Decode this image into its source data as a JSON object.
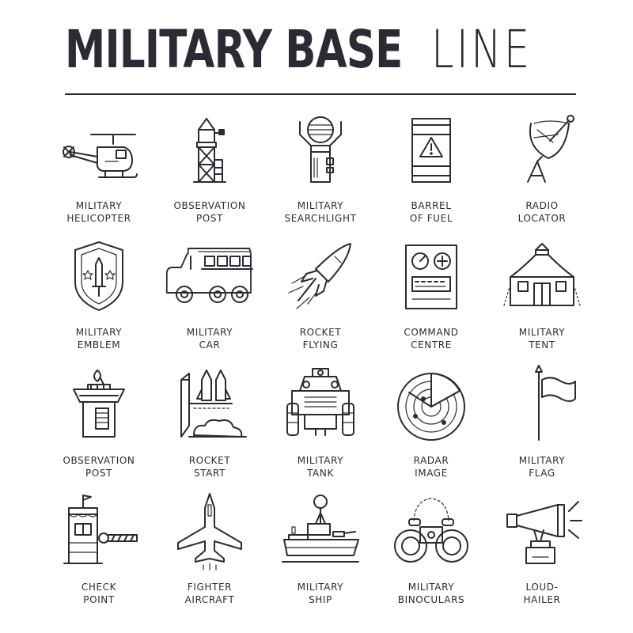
{
  "header": {
    "title_bold": "MILITARY BASE",
    "title_thin": "LINE"
  },
  "icons": [
    {
      "line1": "MILITARY",
      "line2": "HELICOPTER",
      "icon": "helicopter-icon"
    },
    {
      "line1": "OBSERVATION",
      "line2": "POST",
      "icon": "watchtower-icon"
    },
    {
      "line1": "MILITARY",
      "line2": "SEARCHLIGHT",
      "icon": "searchlight-icon"
    },
    {
      "line1": "BARREL",
      "line2": "OF FUEL",
      "icon": "fuel-barrel-icon"
    },
    {
      "line1": "RADIO",
      "line2": "LOCATOR",
      "icon": "satellite-dish-icon"
    },
    {
      "line1": "MILITARY",
      "line2": "EMBLEM",
      "icon": "shield-emblem-icon"
    },
    {
      "line1": "MILITARY",
      "line2": "CAR",
      "icon": "military-truck-icon"
    },
    {
      "line1": "ROCKET",
      "line2": "FLYING",
      "icon": "rocket-icon"
    },
    {
      "line1": "COMMAND",
      "line2": "CENTRE",
      "icon": "control-panel-icon"
    },
    {
      "line1": "MILITARY",
      "line2": "TENT",
      "icon": "tent-icon"
    },
    {
      "line1": "OBSERVATION",
      "line2": "POST",
      "icon": "control-tower-icon"
    },
    {
      "line1": "ROCKET",
      "line2": "START",
      "icon": "rocket-launch-icon"
    },
    {
      "line1": "MILITARY",
      "line2": "TANK",
      "icon": "armored-vehicle-icon"
    },
    {
      "line1": "RADAR",
      "line2": "IMAGE",
      "icon": "radar-icon"
    },
    {
      "line1": "MILITARY",
      "line2": "FLAG",
      "icon": "flag-icon"
    },
    {
      "line1": "CHECK",
      "line2": "POINT",
      "icon": "checkpoint-barrier-icon"
    },
    {
      "line1": "FIGHTER",
      "line2": "AIRCRAFT",
      "icon": "fighter-jet-icon"
    },
    {
      "line1": "MILITARY",
      "line2": "SHIP",
      "icon": "warship-icon"
    },
    {
      "line1": "MILITARY",
      "line2": "BINOCULARS",
      "icon": "binoculars-icon"
    },
    {
      "line1": "LOUD-",
      "line2": "HAILER",
      "icon": "megaphone-icon"
    }
  ]
}
